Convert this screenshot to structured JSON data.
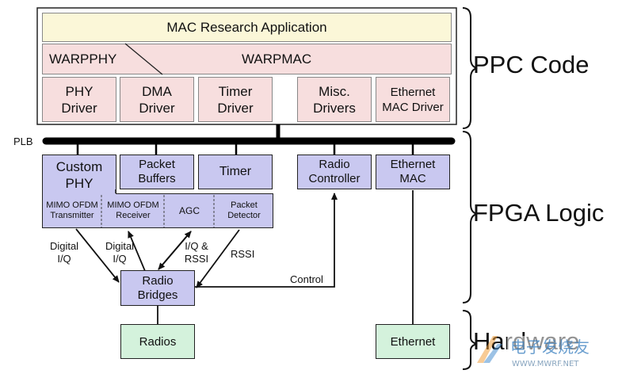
{
  "ppc": {
    "app": "MAC Research Application",
    "warpphy": "WARPPHY",
    "warpmac": "WARPMAC",
    "phy_driver": [
      "PHY",
      "Driver"
    ],
    "dma_driver": [
      "DMA",
      "Driver"
    ],
    "timer_driver": [
      "Timer",
      "Driver"
    ],
    "misc_drivers": [
      "Misc.",
      "Drivers"
    ],
    "eth_mac_driver": [
      "Ethernet",
      "MAC Driver"
    ]
  },
  "plb": "PLB",
  "fpga": {
    "custom_phy": [
      "Custom",
      "PHY"
    ],
    "packet_buffers": [
      "Packet",
      "Buffers"
    ],
    "timer": "Timer",
    "radio_controller": [
      "Radio",
      "Controller"
    ],
    "ethernet_mac": [
      "Ethernet",
      "MAC"
    ],
    "mimo_tx": [
      "MIMO OFDM",
      "Transmitter"
    ],
    "mimo_rx": [
      "MIMO OFDM",
      "Receiver"
    ],
    "agc": "AGC",
    "packet_detector": [
      "Packet",
      "Detector"
    ]
  },
  "signals": {
    "digital_iq_1": [
      "Digital",
      "I/Q"
    ],
    "digital_iq_2": [
      "Digital",
      "I/Q"
    ],
    "iq_rssi": [
      "I/Q &",
      "RSSI"
    ],
    "rssi": "RSSI",
    "control": "Control"
  },
  "radio_bridges": [
    "Radio",
    "Bridges"
  ],
  "hardware": {
    "radios": "Radios",
    "ethernet": "Ethernet"
  },
  "sections": {
    "ppc_code": "PPC Code",
    "fpga_logic": "FPGA Logic",
    "hardware": "Hardware"
  },
  "watermark": "电子发烧友 WWW.MWRF.NET",
  "colors": {
    "app_fill": "#fbf7d8",
    "warp_fill": "#f7dede",
    "driver_fill": "#f7dede",
    "fpga_fill": "#c9c8f0",
    "hw_fill": "#d4f2dc"
  }
}
